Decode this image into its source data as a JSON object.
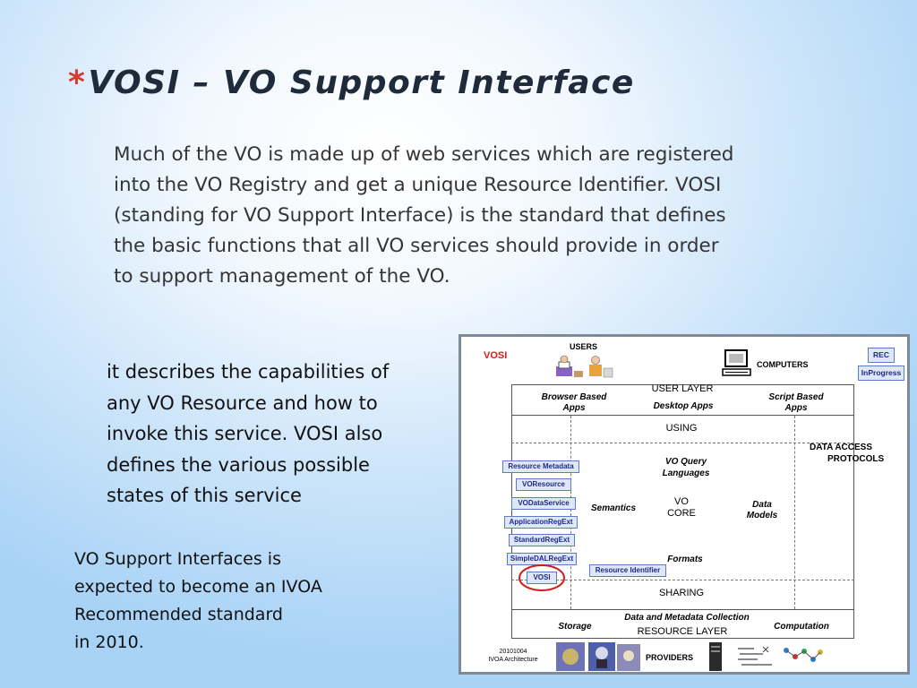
{
  "slide": {
    "bullet": "*",
    "title": "VOSI – VO Support Interface",
    "intro_lines": [
      "Much of the VO is made up of web services which are registered",
      "into the VO Registry and get a unique Resource Identifier. VOSI",
      "(standing for VO Support Interface) is the standard that defines",
      "the basic functions that all VO services should provide in order",
      "to support management of the VO."
    ],
    "desc_lines": [
      "it describes the capabilities of",
      "any VO Resource and how to",
      "invoke this service. VOSI also",
      "defines the various possible",
      "states of this service"
    ],
    "note_lines": [
      "VO Support Interfaces is",
      "expected to become an IVOA",
      "Recommended standard",
      "in 2010."
    ]
  },
  "diagram": {
    "tag": "VOSI",
    "users": "USERS",
    "computers": "COMPUTERS",
    "status": [
      "REC",
      "InProgress"
    ],
    "user_layer": "USER LAYER",
    "browser_apps": "Browser Based\nApps",
    "desktop_apps": "Desktop Apps",
    "script_apps": "Script Based\nApps",
    "using": "USING",
    "query_languages": "VO Query\nLanguages",
    "semantics": "Semantics",
    "vo_core": "VO\nCORE",
    "data_models": "Data\nModels",
    "formats": "Formats",
    "sharing": "SHARING",
    "data_access": "DATA ACCESS",
    "protocols": "PROTOCOLS",
    "storage": "Storage",
    "collection": "Data and Metadata Collection",
    "resource_layer": "RESOURCE LAYER",
    "computation": "Computation",
    "providers": "PROVIDERS",
    "date": "20101004",
    "architecture": "IVOA Architecture",
    "interfaces": [
      "Resource Metadata",
      "VOResource",
      "VODataService",
      "ApplicationRegExt",
      "StandardRegExt",
      "SimpleDALRegExt",
      "VOSI"
    ],
    "resource_identifier": "Resource Identifier",
    "colors": {
      "interface_fill": "#dfe7f7",
      "interface_border": "#5a7ad0",
      "interface_text": "#1a2a8a",
      "vosi_circle": "#d81a1a"
    }
  }
}
